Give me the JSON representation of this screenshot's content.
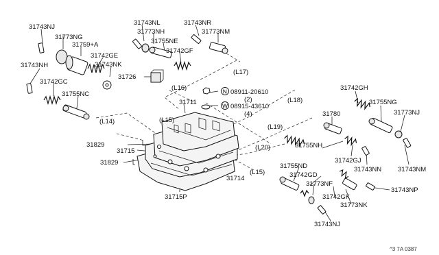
{
  "labels": {
    "p31743NJ_a": "31743NJ",
    "p31773NG": "31773NG",
    "p31759A": "31759+A",
    "p31742GE": "31742GE",
    "p31743NL": "31743NL",
    "p31773NH": "31773NH",
    "p31755NE": "31755NE",
    "p31742GF": "31742GF",
    "p31743NR": "31743NR",
    "p31773NM": "31773NM",
    "p31743NH": "31743NH",
    "p31743NK": "31743NK",
    "p31742GC": "31742GC",
    "p31755NC": "31755NC",
    "p31726": "31726",
    "p31711": "31711",
    "n08911": "08911-20610",
    "n08911_qty": "(2)",
    "w08915": "08915-43610",
    "w08915_qty": "(4)",
    "p31742GH": "31742GH",
    "p31755NG": "31755NG",
    "p31773NJ": "31773NJ",
    "p31780": "31780",
    "p31755NH": "31755NH",
    "p31742GJ": "31742GJ",
    "p31743NN": "31743NN",
    "p31743NM": "31743NM",
    "p31829_a": "31829",
    "p31715": "31715",
    "p31829_b": "31829",
    "p31714": "31714",
    "p31755ND": "31755ND",
    "p31742GD": "31742GD",
    "p31773NF": "31773NF",
    "p31743NP": "31743NP",
    "p31742GK": "31742GK",
    "p31773NK": "31773NK",
    "p31715P": "31715P",
    "p31743NJ_b": "31743NJ",
    "diagram_code": "^3 7A 0387"
  },
  "circled": {
    "n": "N",
    "w": "W"
  },
  "line_refs": {
    "L17": "(L17)",
    "L16": "(L16)",
    "L18": "(L18)",
    "L15a": "(L15)",
    "L19": "(L19)",
    "L14": "(L14)",
    "L20": "(L20)",
    "L15b": "(L15)"
  }
}
